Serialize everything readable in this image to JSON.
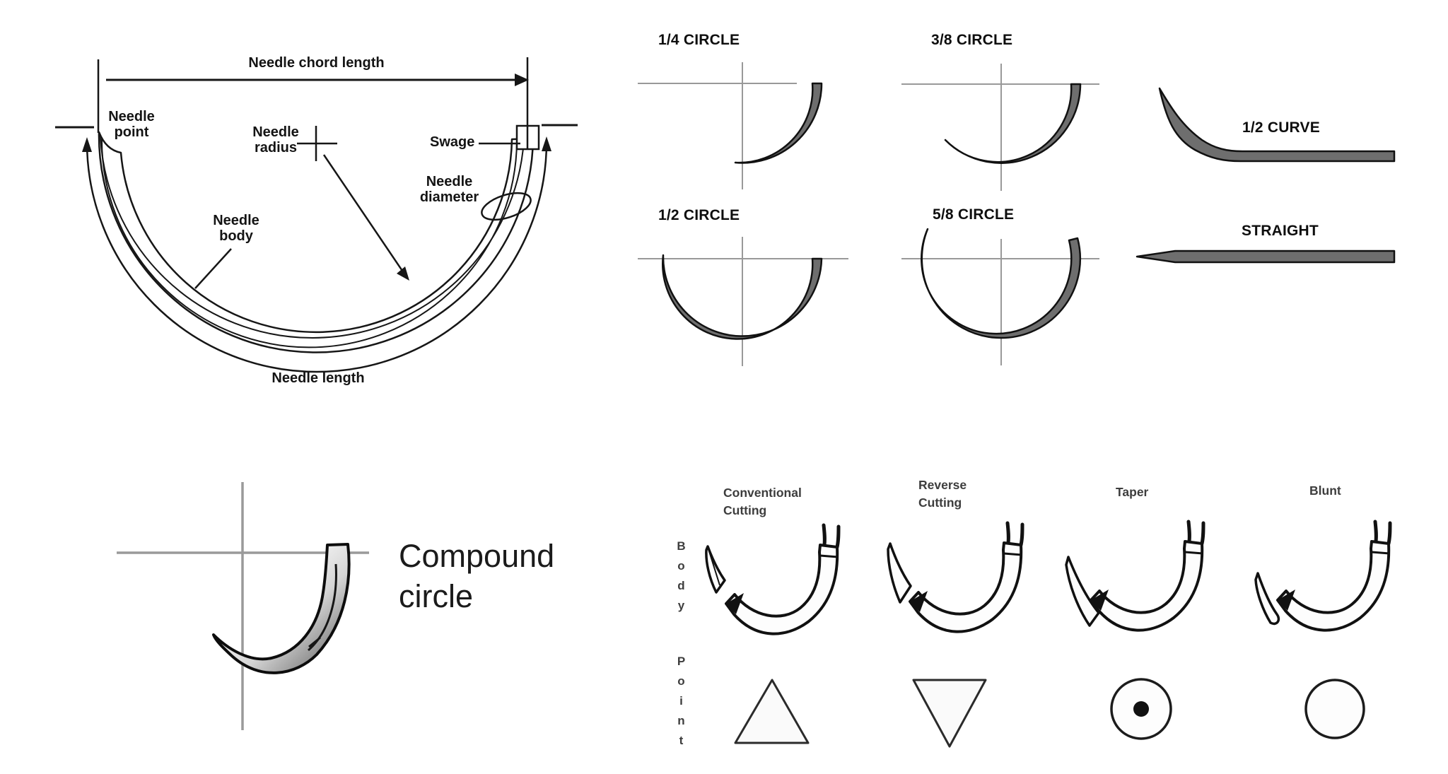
{
  "figure": {
    "anatomy": {
      "chord_length": "Needle chord length",
      "point": "Needle\npoint",
      "radius": "Needle\nradius",
      "swage": "Swage",
      "diameter": "Needle\ndiameter",
      "body": "Needle\nbody",
      "length": "Needle length"
    },
    "curvatures": {
      "quarter": "1/4 CIRCLE",
      "three_eighths": "3/8 CIRCLE",
      "half": "1/2 CIRCLE",
      "five_eighths": "5/8 CIRCLE",
      "half_curve": "1/2 CURVE",
      "straight": "STRAIGHT",
      "compound": "Compound\ncircle"
    },
    "needle_types": {
      "row_labels": {
        "body": "Body",
        "point": "Point"
      },
      "columns": [
        {
          "label": "Conventional\nCutting",
          "point_shape": "triangle-up"
        },
        {
          "label": "Reverse\nCutting",
          "point_shape": "triangle-down"
        },
        {
          "label": "Taper",
          "point_shape": "circle-with-dot"
        },
        {
          "label": "Blunt",
          "point_shape": "circle"
        }
      ]
    },
    "colors": {
      "needle_gray": "#6e6e6e",
      "axis_gray": "#999999",
      "ink": "#111111"
    }
  }
}
